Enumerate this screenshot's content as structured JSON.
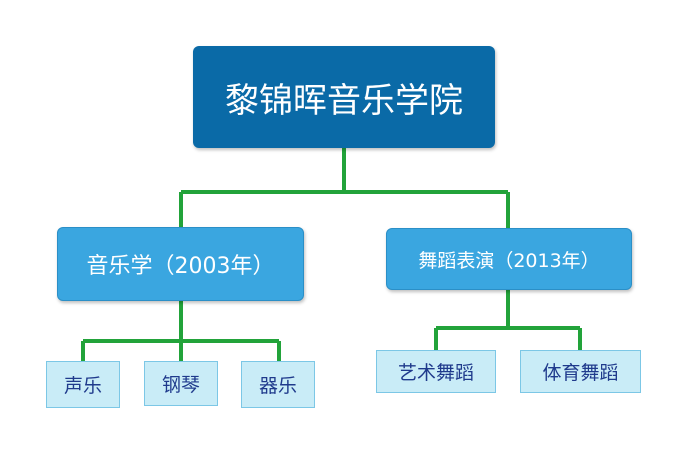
{
  "colors": {
    "root_fill": "#0a6aa7",
    "mid_fill": "#3aa6e0",
    "leaf_fill": "#c9ecf7",
    "leaf_text": "#1f3a8c",
    "connector": "#22a33a"
  },
  "root": {
    "label": "黎锦晖音乐学院"
  },
  "branches": [
    {
      "label": "音乐学（2003年）",
      "children": [
        "声乐",
        "钢琴",
        "器乐"
      ]
    },
    {
      "label": "舞蹈表演（2013年）",
      "children": [
        "艺术舞蹈",
        "体育舞蹈"
      ]
    }
  ]
}
